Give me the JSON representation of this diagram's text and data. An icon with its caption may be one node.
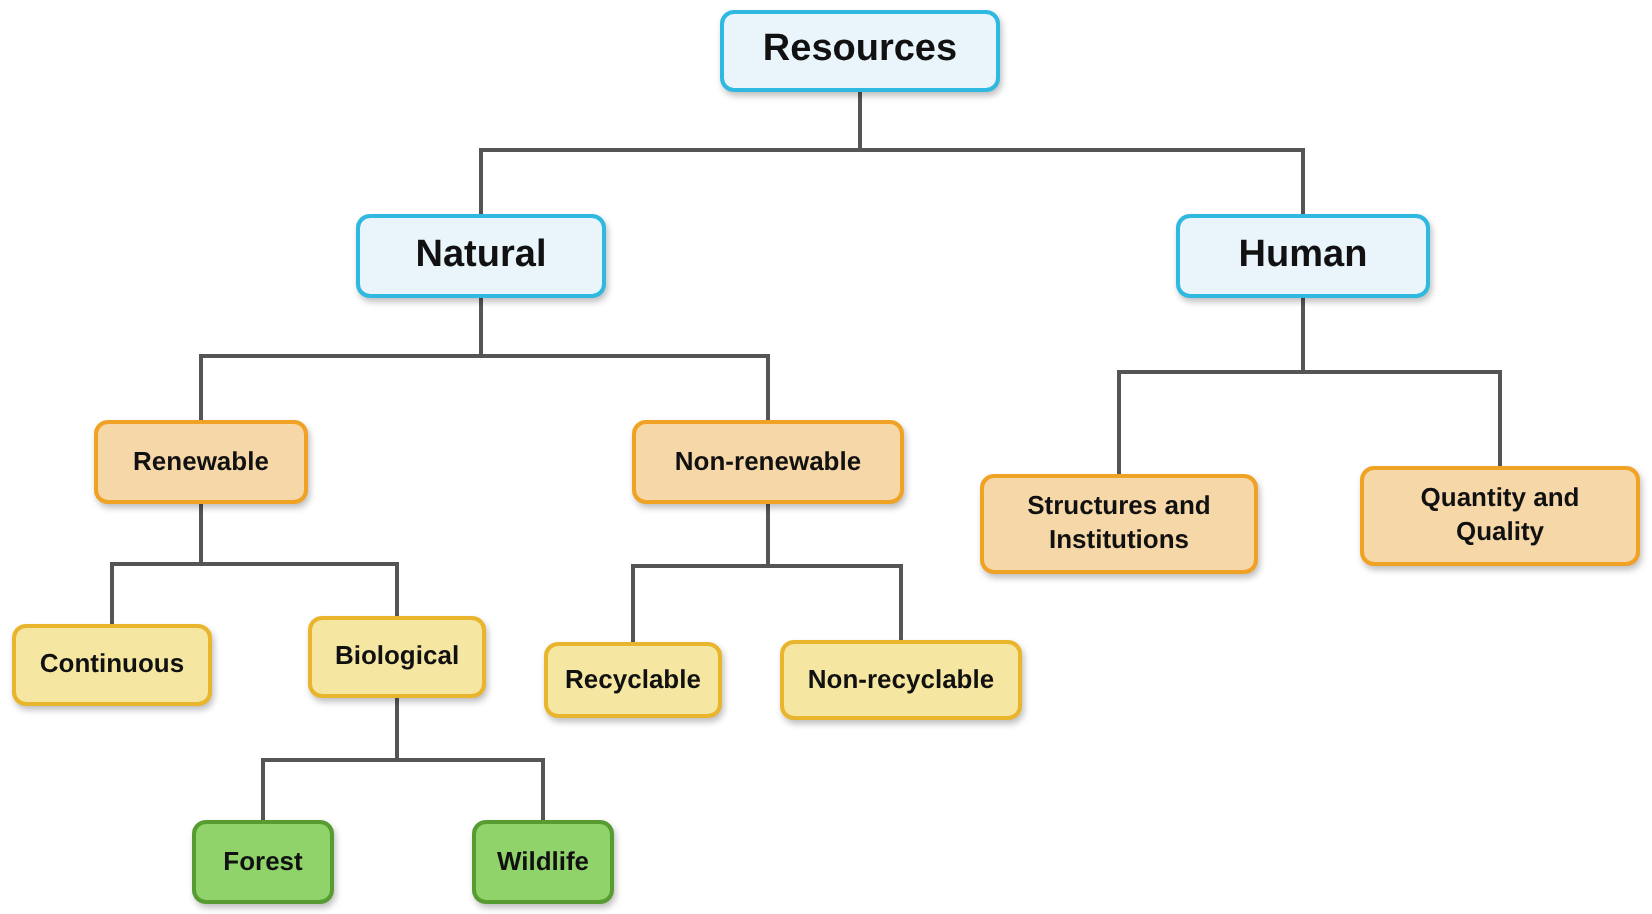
{
  "diagram": {
    "nodes": [
      {
        "text": [
          "Resources"
        ]
      },
      {
        "text": [
          "Natural"
        ]
      },
      {
        "text": [
          "Human"
        ]
      },
      {
        "text": [
          "Renewable"
        ]
      },
      {
        "text": [
          "Non-renewable"
        ]
      },
      {
        "text": [
          "Structures and Institutions"
        ]
      },
      {
        "text": [
          "Quantity and Quality"
        ]
      },
      {
        "text": [
          "Continuous"
        ]
      },
      {
        "text": [
          "Biological"
        ]
      },
      {
        "text": [
          "Recyclable"
        ]
      },
      {
        "text": [
          "Non-recyclable"
        ]
      },
      {
        "text": [
          "Forest"
        ]
      },
      {
        "text": [
          "Wildlife"
        ]
      }
    ],
    "edges": [
      {
        "from": 0,
        "to": 1,
        "arrow": "none"
      },
      {
        "from": 0,
        "to": 2,
        "arrow": "none"
      },
      {
        "from": 1,
        "to": 3,
        "arrow": "none"
      },
      {
        "from": 1,
        "to": 4,
        "arrow": "none"
      },
      {
        "from": 2,
        "to": 5,
        "arrow": "none"
      },
      {
        "from": 2,
        "to": 6,
        "arrow": "none"
      },
      {
        "from": 3,
        "to": 7,
        "arrow": "none"
      },
      {
        "from": 3,
        "to": 8,
        "arrow": "none"
      },
      {
        "from": 4,
        "to": 9,
        "arrow": "none"
      },
      {
        "from": 4,
        "to": 10,
        "arrow": "none"
      },
      {
        "from": 8,
        "to": 11,
        "arrow": "none"
      },
      {
        "from": 8,
        "to": 12,
        "arrow": "none"
      }
    ]
  }
}
